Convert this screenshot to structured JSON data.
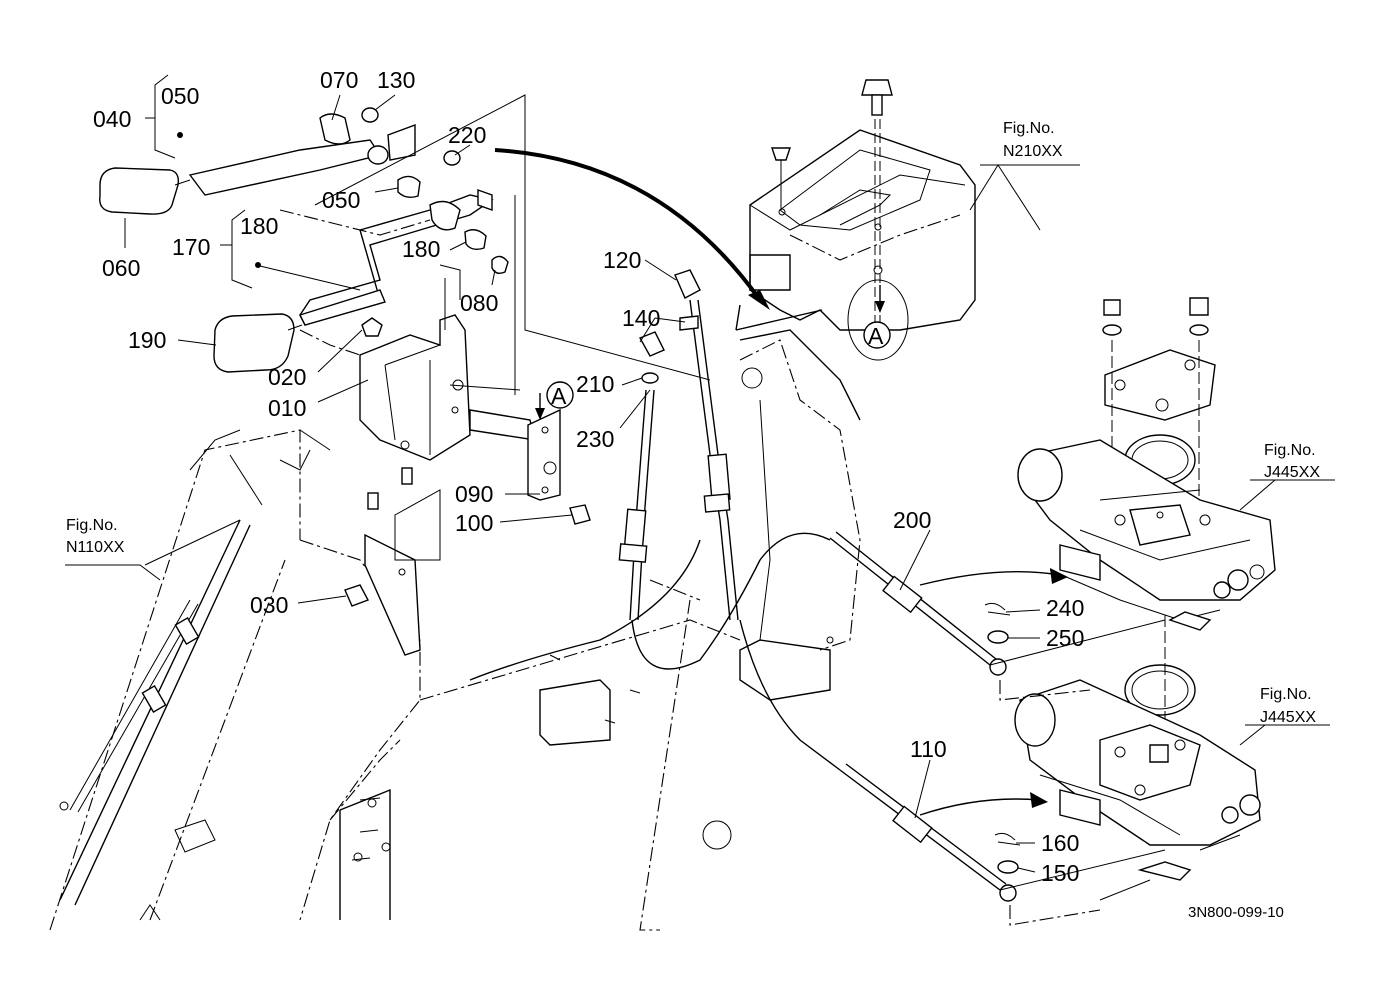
{
  "figure_refs": {
    "top_right": {
      "label": "Fig.No.",
      "code": "N210XX"
    },
    "left": {
      "label": "Fig.No.",
      "code": "N110XX"
    },
    "mid_right": {
      "label": "Fig.No.",
      "code": "J445XX"
    },
    "bottom_right": {
      "label": "Fig.No.",
      "code": "J445XX"
    }
  },
  "callouts": {
    "c070": "070",
    "c130": "130",
    "c050a": "050",
    "c040": "040",
    "c220": "220",
    "c050b": "050",
    "c060": "060",
    "c180a": "180",
    "c170": "170",
    "c180b": "180",
    "c080": "080",
    "c120": "120",
    "c140": "140",
    "c190": "190",
    "c020": "020",
    "c010": "010",
    "c210": "210",
    "c230": "230",
    "c090": "090",
    "c100": "100",
    "c030": "030",
    "c200": "200",
    "c240": "240",
    "c250": "250",
    "c110": "110",
    "c160": "160",
    "c150": "150"
  },
  "reference_marks": {
    "a1": "A",
    "a2": "A"
  },
  "document_number": "3N800-099-10"
}
